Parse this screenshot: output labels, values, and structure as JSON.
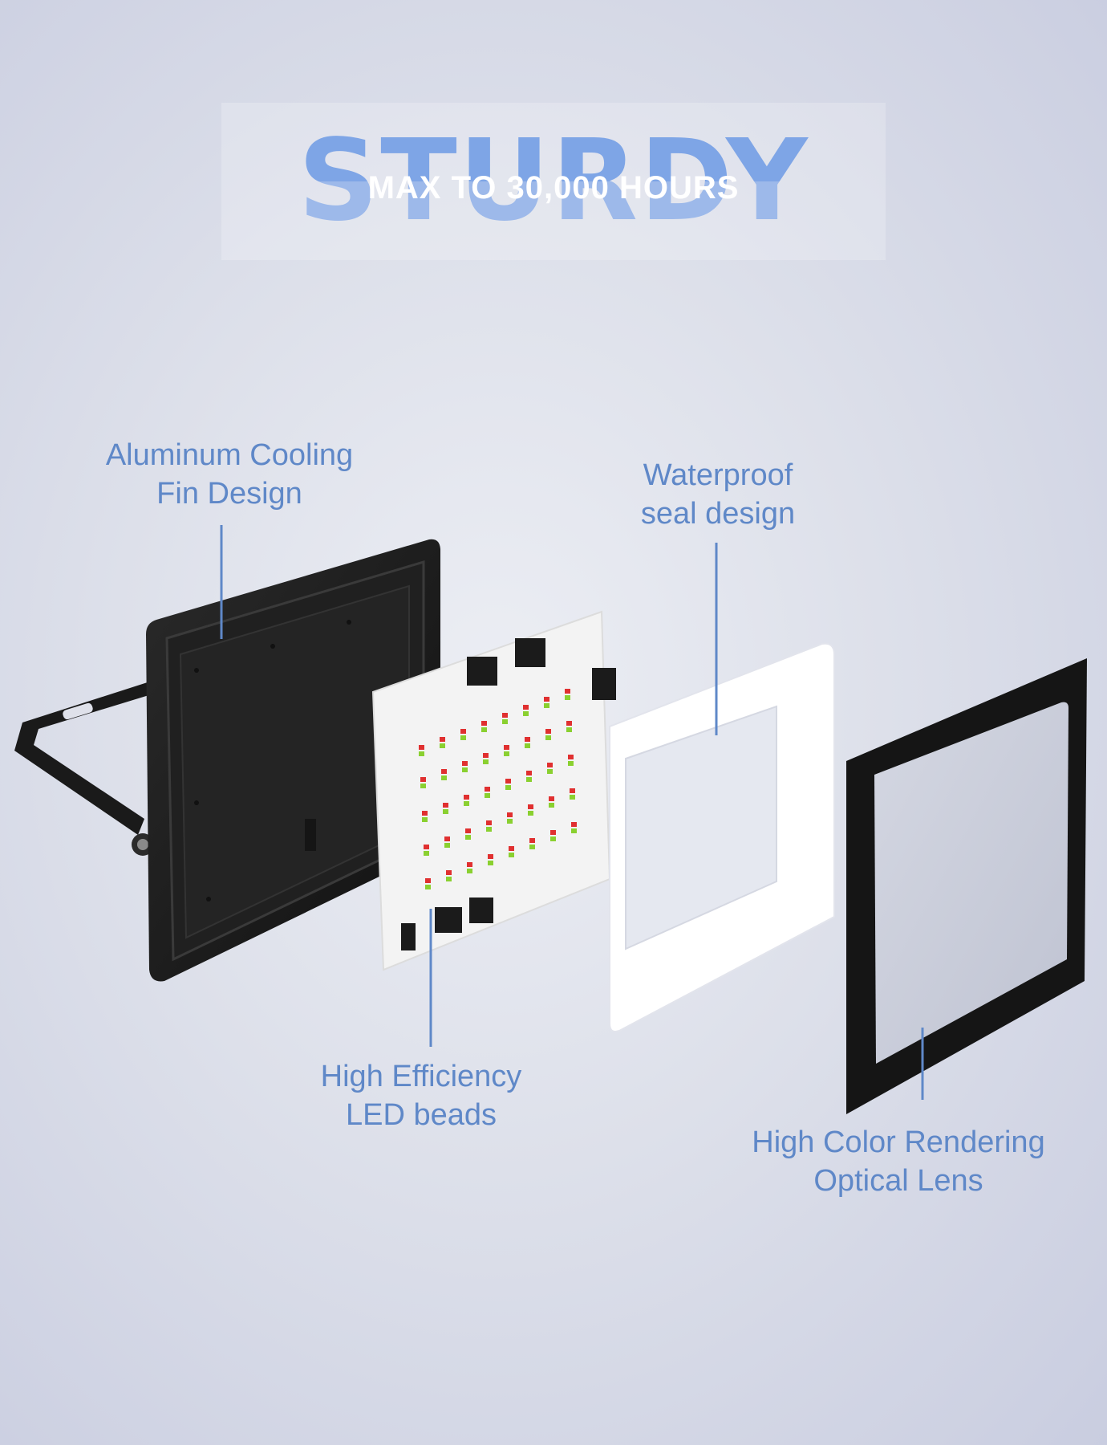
{
  "banner": {
    "headline": "STURDY",
    "subline": "MAX TO 30,000 HOURS"
  },
  "callouts": {
    "cooling": {
      "line1": "Aluminum Cooling",
      "line2": "Fin Design"
    },
    "seal": {
      "line1": "Waterproof",
      "line2": "seal design"
    },
    "led": {
      "line1": "High Efficiency",
      "line2": "LED beads"
    },
    "lens": {
      "line1": "High Color Rendering",
      "line2": "Optical Lens"
    }
  },
  "colors": {
    "accent": "#5f88c8",
    "housing": "#1c1c1c",
    "board": "#f4f4f4",
    "seal": "#ffffff",
    "lens_frame": "#151515"
  }
}
